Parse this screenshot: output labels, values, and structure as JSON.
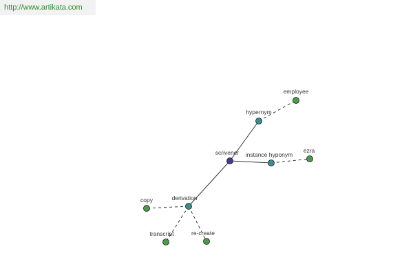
{
  "header": {
    "url_text": "http://www.artikata.com"
  },
  "graph": {
    "colors": {
      "root": "#3c3d8f",
      "intermediate": "#3f8c8c",
      "leaf": "#4d9a4d",
      "edge": "#333333"
    },
    "nodes": {
      "scrivener": "scrivener",
      "hypernym": "hypernym",
      "employee": "employee",
      "instance_hyponym": "instance hyponym",
      "ezra": "ezra",
      "derivation": "derivation",
      "copy": "copy",
      "transcript": "transcript",
      "re_create": "re-create"
    },
    "edges": [
      {
        "from": "scrivener",
        "to": "hypernym",
        "style": "solid"
      },
      {
        "from": "hypernym",
        "to": "employee",
        "style": "dashed"
      },
      {
        "from": "scrivener",
        "to": "instance_hyponym",
        "style": "solid"
      },
      {
        "from": "instance_hyponym",
        "to": "ezra",
        "style": "dashed"
      },
      {
        "from": "scrivener",
        "to": "derivation",
        "style": "solid"
      },
      {
        "from": "derivation",
        "to": "copy",
        "style": "dashed"
      },
      {
        "from": "derivation",
        "to": "transcript",
        "style": "dashed"
      },
      {
        "from": "derivation",
        "to": "re_create",
        "style": "dashed"
      }
    ]
  }
}
